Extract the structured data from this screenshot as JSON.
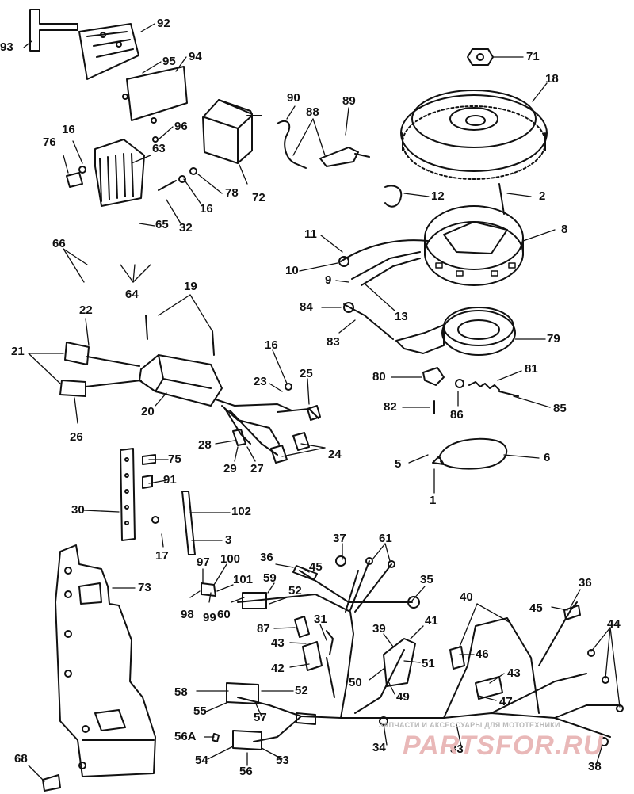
{
  "diagram": {
    "callouts": [
      "93",
      "92",
      "95",
      "94",
      "71",
      "18",
      "16",
      "76",
      "96",
      "63",
      "90",
      "88",
      "89",
      "78",
      "72",
      "16",
      "32",
      "12",
      "2",
      "65",
      "11",
      "8",
      "66",
      "10",
      "9",
      "64",
      "13",
      "19",
      "84",
      "22",
      "83",
      "79",
      "21",
      "16",
      "23",
      "25",
      "80",
      "81",
      "20",
      "26",
      "82",
      "86",
      "85",
      "28",
      "24",
      "29",
      "27",
      "75",
      "5",
      "6",
      "91",
      "30",
      "102",
      "1",
      "17",
      "3",
      "37",
      "61",
      "36",
      "45",
      "97",
      "100",
      "73",
      "101",
      "59",
      "35",
      "52",
      "98",
      "99",
      "60",
      "40",
      "36",
      "45",
      "87",
      "31",
      "44",
      "41",
      "39",
      "43",
      "42",
      "51",
      "46",
      "50",
      "43",
      "58",
      "52",
      "49",
      "55",
      "47",
      "57",
      "56A",
      "34",
      "33",
      "38",
      "54",
      "53",
      "56",
      "68"
    ],
    "watermark": {
      "caption": "ЗАПЧАСТИ И АКСЕССУАРЫ ДЛЯ МОТОТЕХНИКИ",
      "logo": "PARTSFOR.RU"
    },
    "colors": {
      "ink": "#111111",
      "watermark_logo": "#e9b8b8",
      "watermark_caption": "#b9b9b9"
    }
  }
}
